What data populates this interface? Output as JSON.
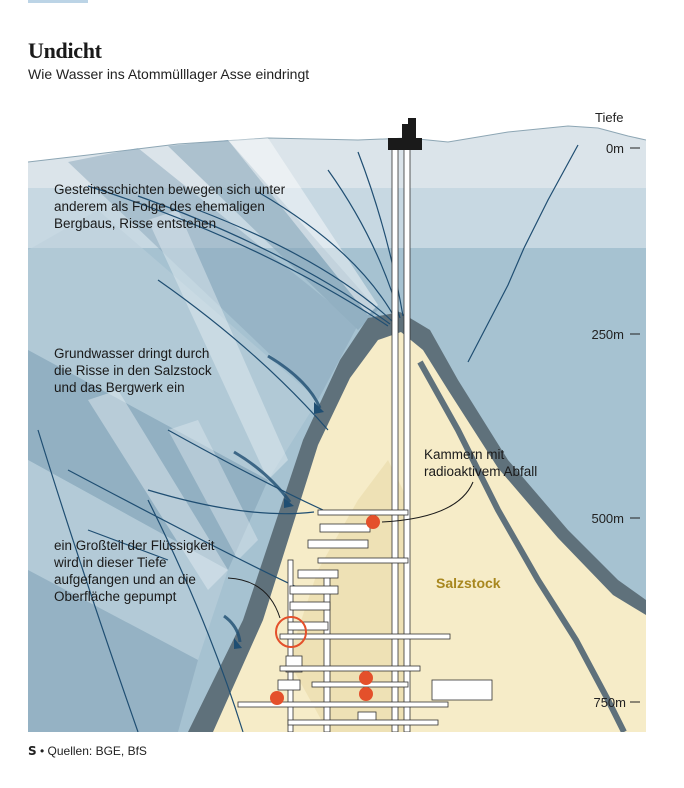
{
  "header": {
    "title": "Undicht",
    "subtitle": "Wie Wasser ins Atommülllager Asse eindringt"
  },
  "depth_scale": {
    "label": "Tiefe",
    "ticks": [
      "0m",
      "250m",
      "500m",
      "750m"
    ]
  },
  "annotations": {
    "layers": [
      "Gesteinsschichten bewegen sich unter",
      "anderem als Folge des ehemaligen",
      "Bergbaus, Risse entstehen"
    ],
    "groundwater": [
      "Grundwasser dringt durch",
      "die Risse in den Salzstock",
      "und das Bergwerk ein"
    ],
    "chambers": [
      "Kammern mit",
      "radioaktivem Abfall"
    ],
    "pumped": [
      "ein Großteil der Flüssigkeit",
      "wird in dieser Tiefe",
      "aufgefangen und an die",
      "Oberfläche gepumpt"
    ]
  },
  "labels": {
    "salt_dome": "Salzstock"
  },
  "footer": {
    "logo": "S",
    "source": "Quellen: BGE, BfS"
  },
  "colors": {
    "sky_band": "#dbe4ea",
    "upper_water": "#c3d5df",
    "deep_water": "#9ebdcd",
    "salt_dome": "#f6ecc8",
    "cap_rock": "#5f717b",
    "shaft": "#ffffff",
    "fissure": "#1f4e72",
    "waste_marker": "#e4502b",
    "salt_label": "#a8871e"
  }
}
